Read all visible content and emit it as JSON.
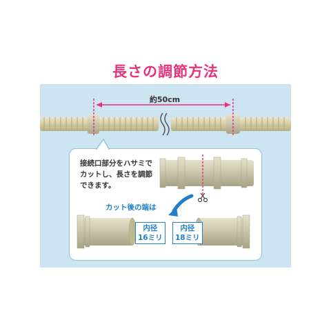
{
  "title": "長さの調節方法",
  "measure": {
    "label": "約50cm"
  },
  "callout": {
    "text": "接続口部分をハサミで\nカットし、長さを調節\nできます。",
    "cut_note": "カット後の端は"
  },
  "diameters": {
    "left": "内径\n16ミリ",
    "right": "内径\n18ミリ"
  },
  "colors": {
    "title": "#e8337c",
    "measure": "#e8337c",
    "accent": "#1f7fc7",
    "hose": "#d8d2ad",
    "panel": "#cde5f1"
  }
}
